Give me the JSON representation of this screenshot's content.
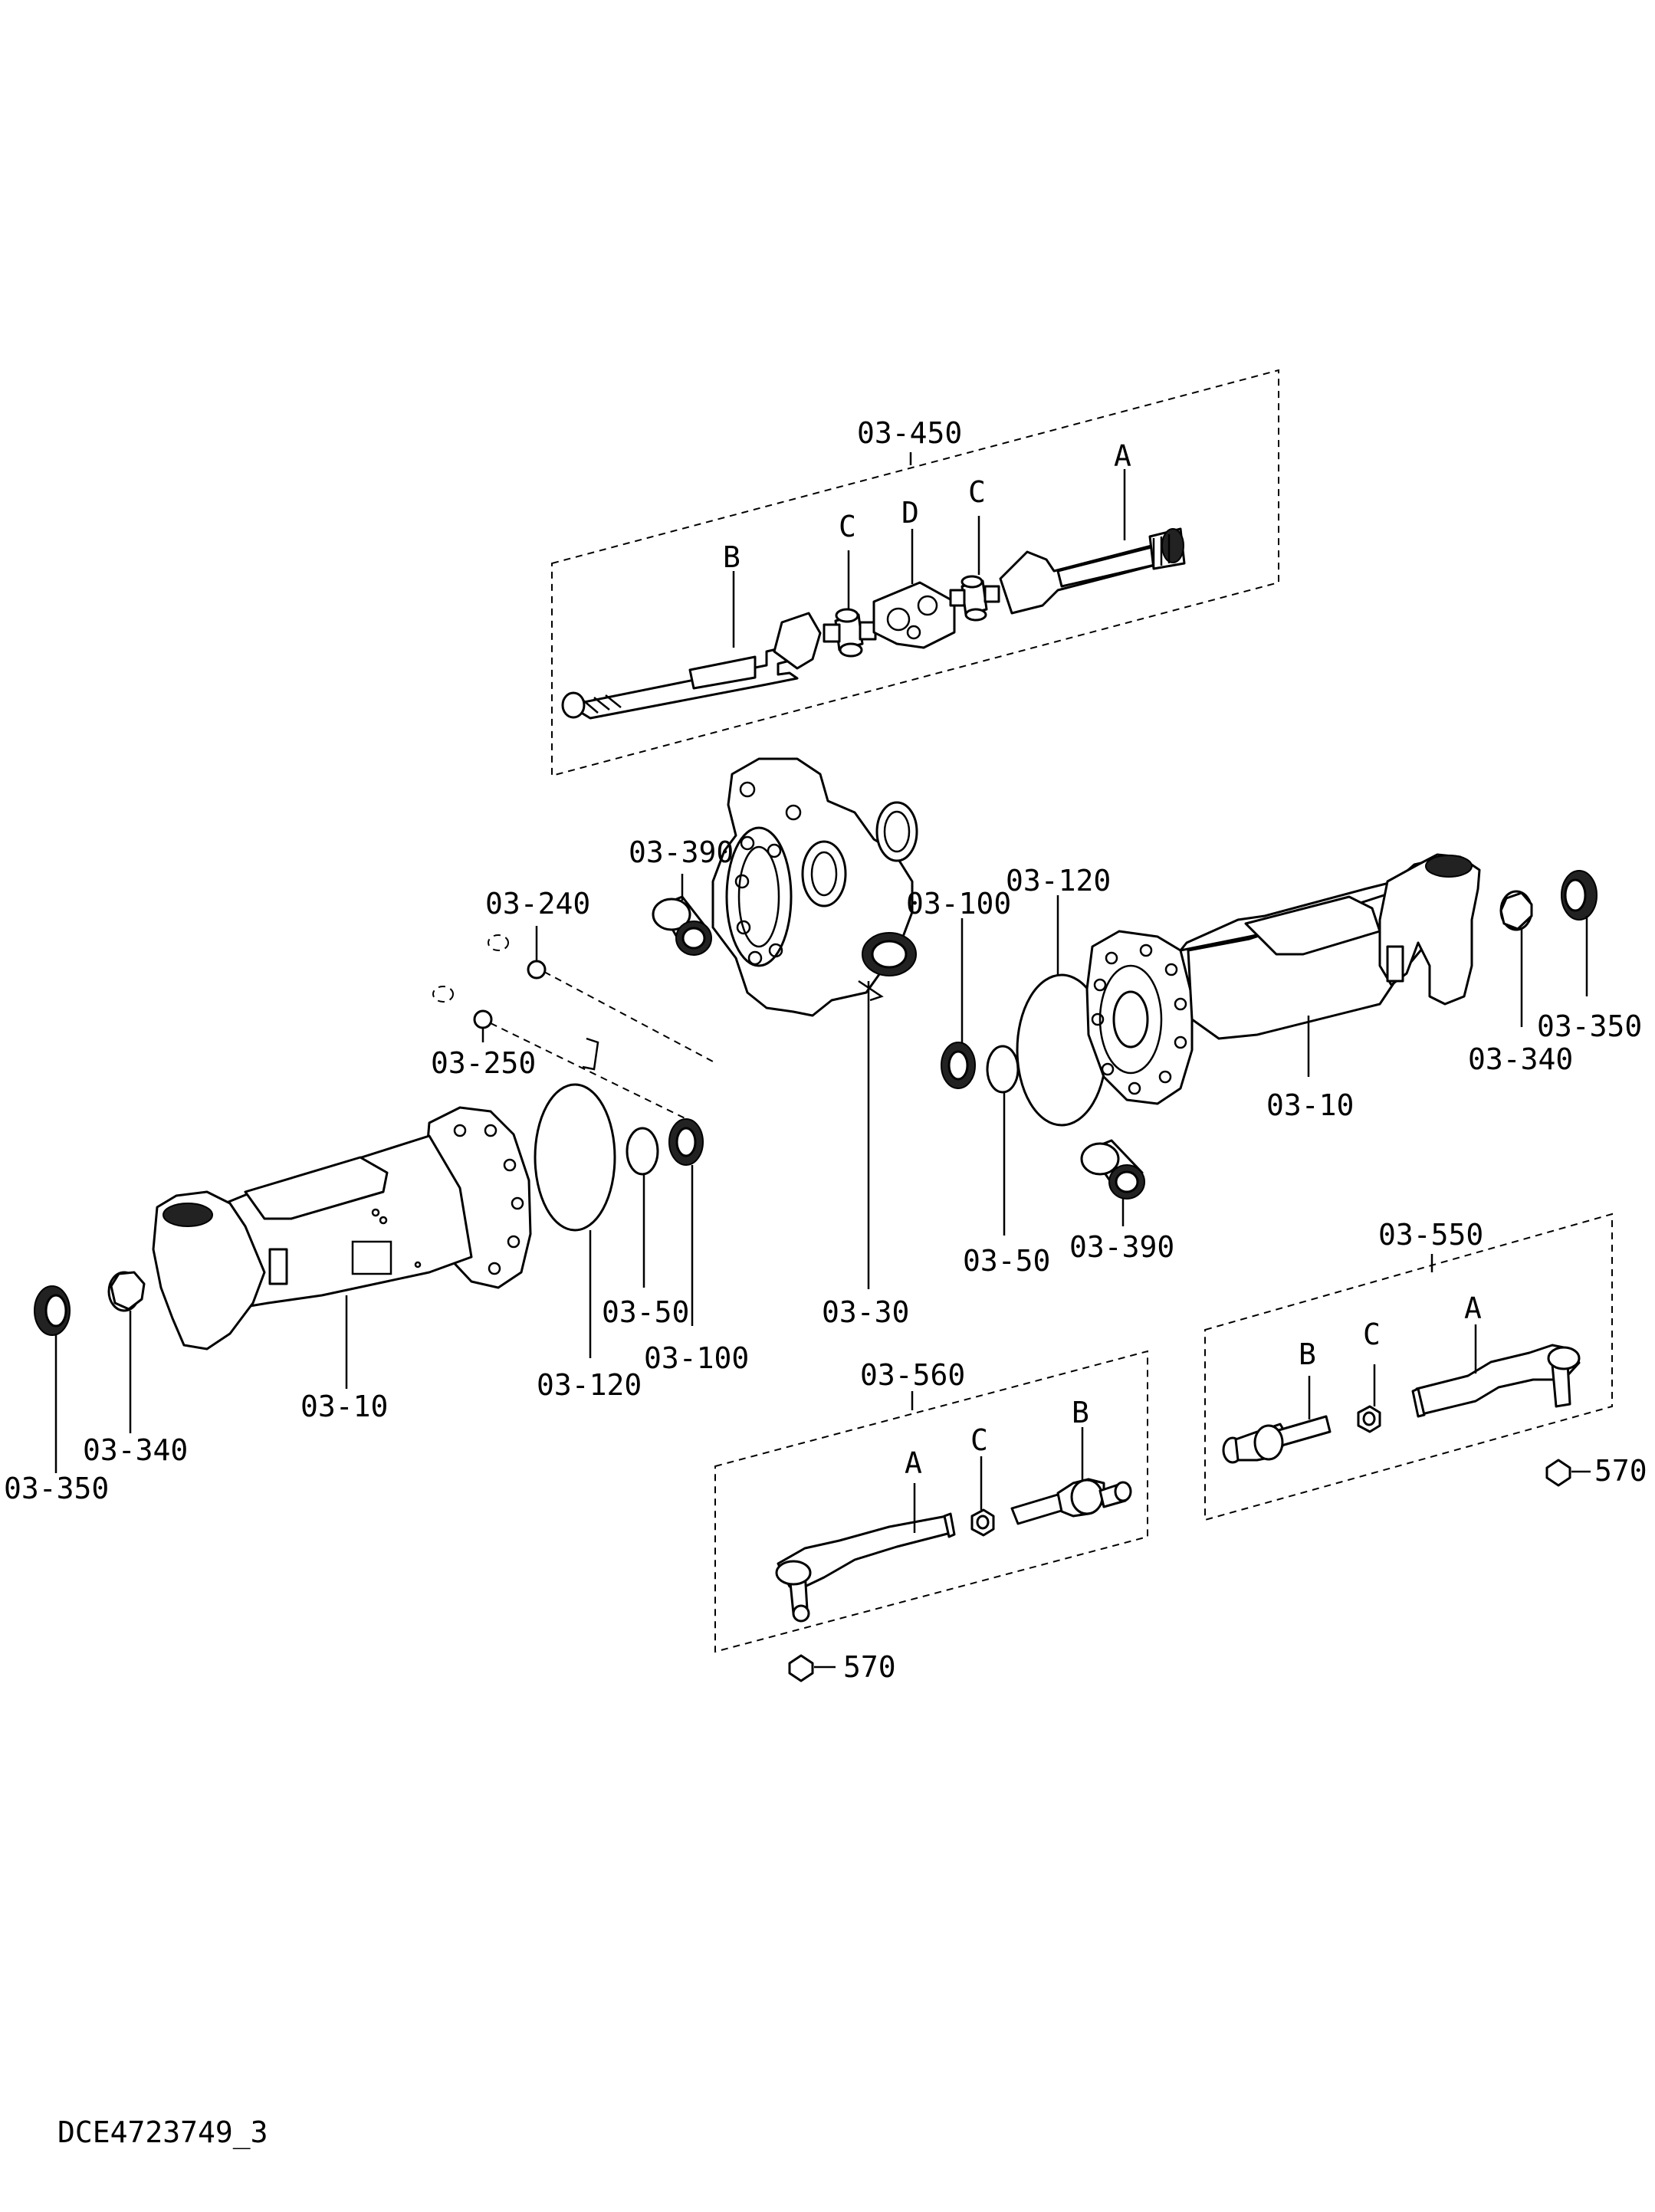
{
  "document_id": "DCE4723749_3",
  "groups": {
    "drive_shaft": {
      "label": "03-450",
      "parts": {
        "a": "A",
        "b": "B",
        "c1": "C",
        "c2": "C",
        "d": "D"
      }
    },
    "tie_rod_right": {
      "label": "03-550",
      "parts": {
        "a": "A",
        "b": "B",
        "c": "C"
      }
    },
    "tie_rod_left": {
      "label": "03-560",
      "parts": {
        "a": "A",
        "b": "B",
        "c": "C"
      }
    }
  },
  "callouts": {
    "p03_390_top": "03-390",
    "p03_240": "03-240",
    "p03_250": "03-250",
    "p03_100_top": "03-100",
    "p03_120_top": "03-120",
    "p03_350_right": "03-350",
    "p03_340_right": "03-340",
    "p03_10_right": "03-10",
    "p03_390_bottom": "03-390",
    "p03_50_right": "03-50",
    "p03_30": "03-30",
    "p03_50_left": "03-50",
    "p03_100_bottom": "03-100",
    "p03_120_bottom": "03-120",
    "p03_10_left": "03-10",
    "p03_340_left": "03-340",
    "p03_350_left": "03-350",
    "p570_right": "570",
    "p570_left": "570"
  }
}
